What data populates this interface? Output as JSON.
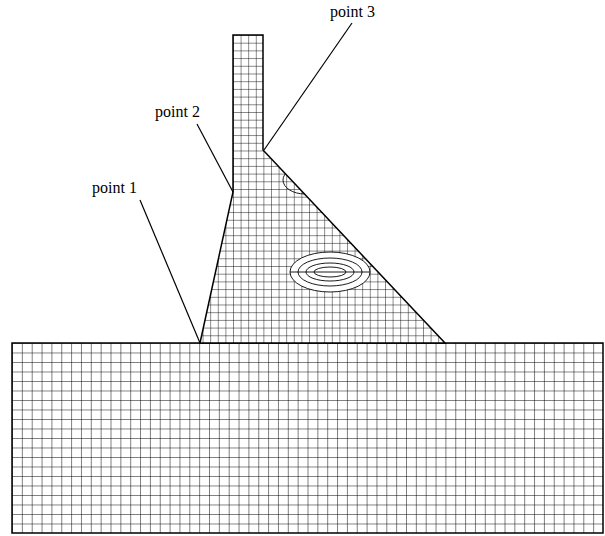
{
  "diagram": {
    "labels": [
      "point 3",
      "point 2",
      "point 1"
    ]
  }
}
